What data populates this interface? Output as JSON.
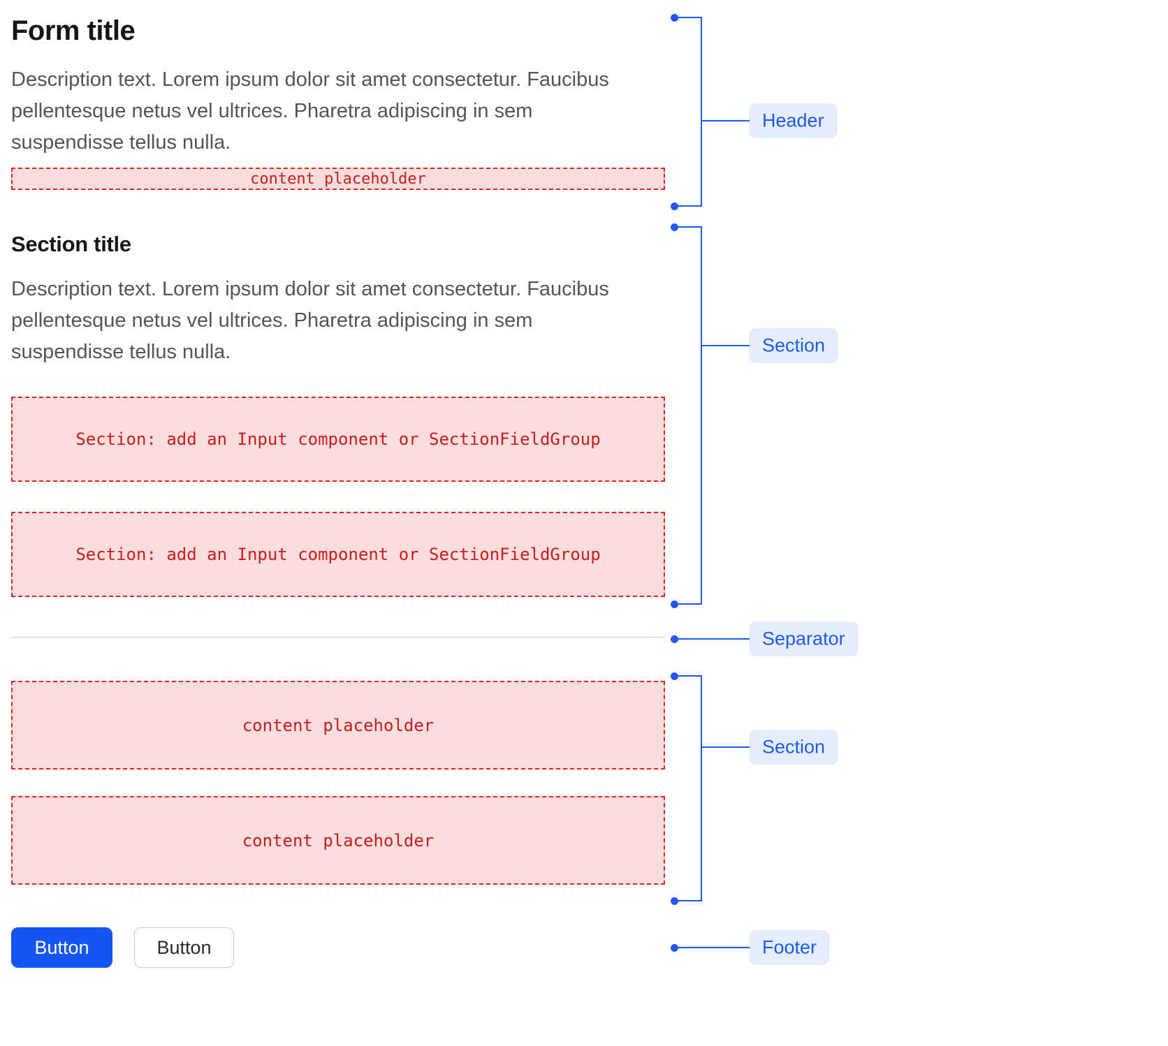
{
  "header": {
    "title": "Form title",
    "description": "Description text. Lorem ipsum dolor sit amet consectetur. Faucibus pellentesque netus vel ultrices. Pharetra adipiscing in sem suspendisse tellus nulla.",
    "placeholder": "content placeholder"
  },
  "section1": {
    "title": "Section title",
    "description": "Description text. Lorem ipsum dolor sit amet consectetur. Faucibus pellentesque netus vel ultrices. Pharetra adipiscing in sem suspendisse tellus nulla.",
    "placeholders": [
      "Section: add an Input component or SectionFieldGroup",
      "Section: add an Input component or SectionFieldGroup"
    ]
  },
  "section2": {
    "placeholders": [
      "content placeholder",
      "content placeholder"
    ]
  },
  "footer": {
    "primary_button": "Button",
    "secondary_button": "Button"
  },
  "annotations": {
    "header_label": "Header",
    "section1_label": "Section",
    "separator_label": "Separator",
    "section2_label": "Section",
    "footer_label": "Footer"
  },
  "colors": {
    "accent": "#2257f0",
    "label_bg": "#e6edfc",
    "label_text": "#1d5bf0",
    "placeholder_bg": "#fcdcdc",
    "placeholder_border": "#e0281e",
    "placeholder_text": "#c81e1e",
    "primary_button_bg": "#1355f5"
  }
}
